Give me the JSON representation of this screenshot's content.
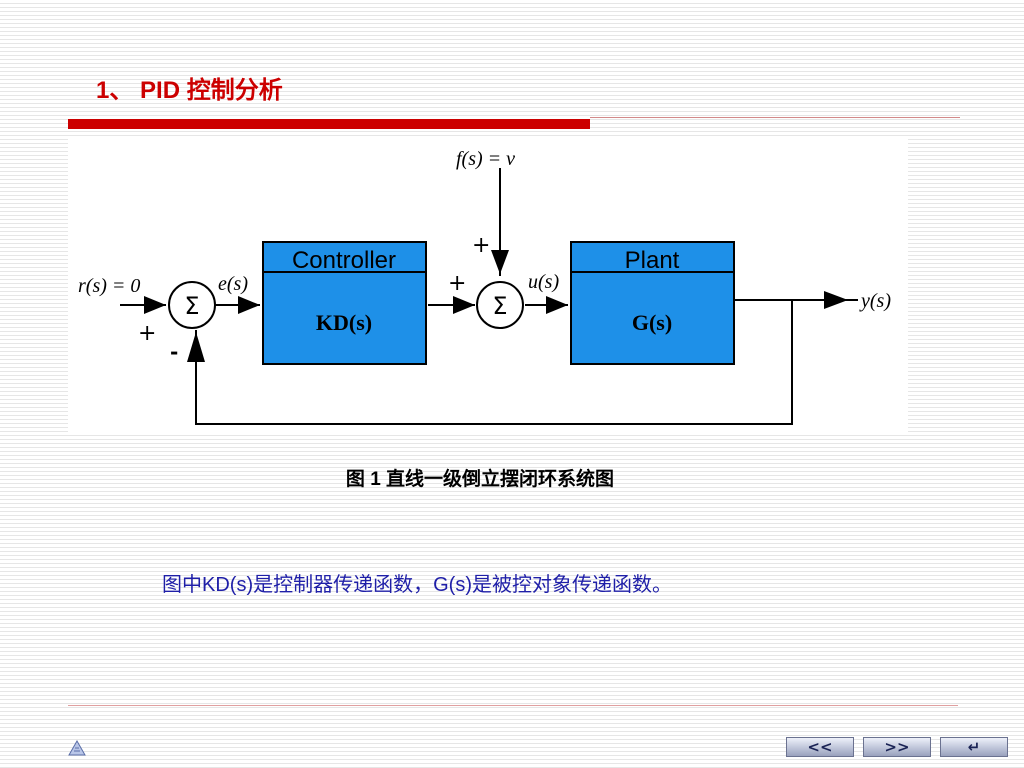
{
  "slide": {
    "title": "1、 PID 控制分析",
    "figure_caption": "图 1 直线一级倒立摆闭环系统图",
    "body_text": "图中KD(s)是控制器传递函数，G(s)是被控对象传递函数。"
  },
  "diagram": {
    "input_label": "r(s) = 0",
    "disturbance_label": "f(s) = v",
    "error_label": "e(s)",
    "control_label": "u(s)",
    "output_label": "y(s)",
    "sum_symbol": "Σ",
    "sign_plus": "+",
    "sign_minus": "-",
    "controller_header": "Controller",
    "controller_body": "KD(s)",
    "plant_header": "Plant",
    "plant_body": "G(s)",
    "block_color": "#1e90e8",
    "line_color": "#000000"
  },
  "nav": {
    "prev_label": "<<",
    "next_label": ">>",
    "return_label": "↵"
  },
  "colors": {
    "title": "#cc0000",
    "accent_bar": "#cc0000",
    "body_text": "#1f1fa8"
  }
}
